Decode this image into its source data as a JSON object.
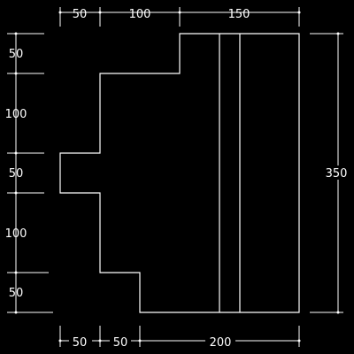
{
  "drawing": {
    "top_dims": [
      "50",
      "100",
      "150"
    ],
    "left_dims": [
      "50",
      "100",
      "50",
      "100",
      "50"
    ],
    "right_dim": "350",
    "bottom_dims": [
      "50",
      "50",
      "200"
    ]
  }
}
